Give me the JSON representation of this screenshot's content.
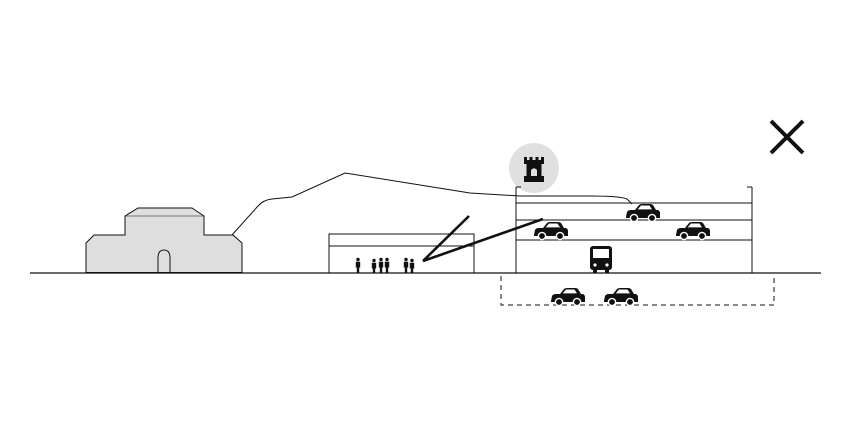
{
  "diagram": {
    "elements": [
      "historic-building",
      "ground-line",
      "hill-profile",
      "pedestrian-hall",
      "pedestrians",
      "connection-ramps",
      "castle-tower-icon",
      "parking-structure",
      "cars",
      "bus",
      "underground-parking"
    ]
  },
  "colors": {
    "line": "#111111",
    "building_fill": "#dedede",
    "tower_badge": "#e0e0e0",
    "icon": "#111111",
    "background": "#ffffff"
  },
  "icons": {
    "close": "close-icon",
    "tower": "castle-tower-icon",
    "car": "car-icon",
    "bus": "bus-icon",
    "person": "person-icon"
  }
}
